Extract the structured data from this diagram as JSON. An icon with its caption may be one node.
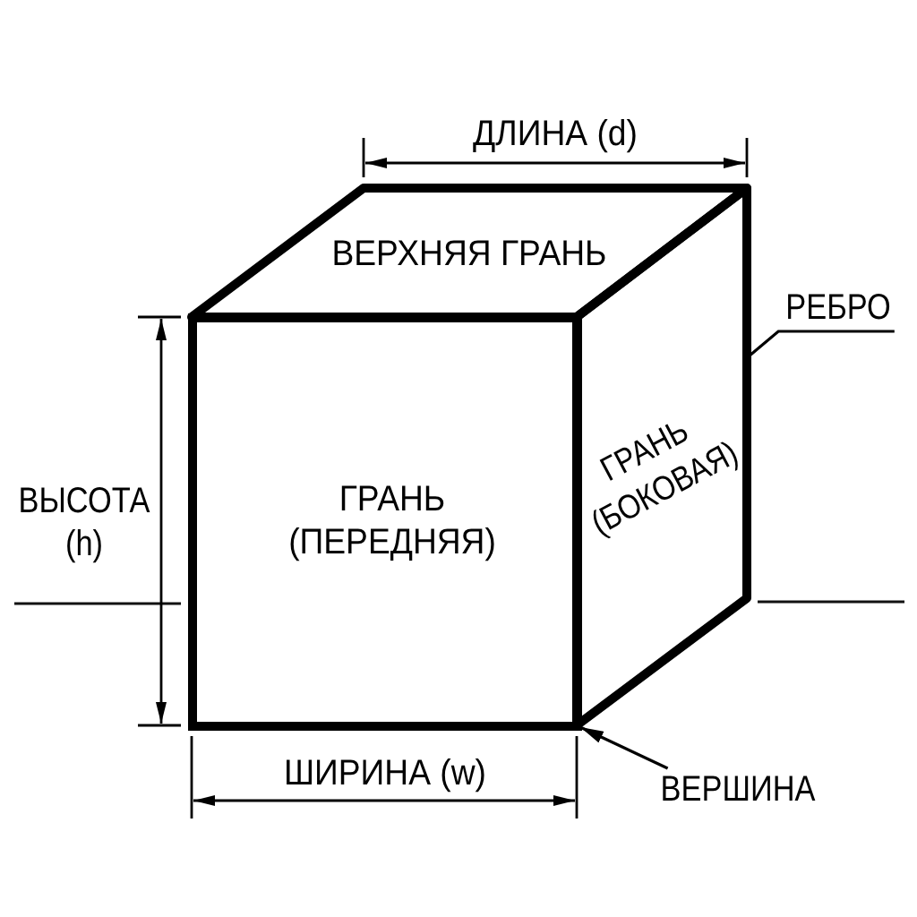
{
  "diagram": {
    "nodes": [
      {
        "text": [
          "ВЕРХНЯЯ ГРАНЬ"
        ]
      },
      {
        "text": [
          "РЕБРО"
        ]
      },
      {
        "text": [
          "ГРАНЬ (ПЕРЕДНЯЯ)"
        ]
      },
      {
        "text": [
          "ГРАНЬ (БОКОВАЯ)"
        ]
      },
      {
        "text": [
          "ВЕРШИНА"
        ]
      }
    ],
    "edges": [
      {
        "from": 1,
        "to": 3,
        "arrow": "none"
      },
      {
        "from": 4,
        "to": 3,
        "arrow": "to"
      }
    ],
    "labels": [
      "ДЛИНА (d)",
      "ВЫСОТА (h)",
      "ШИРИНА (w)"
    ]
  }
}
